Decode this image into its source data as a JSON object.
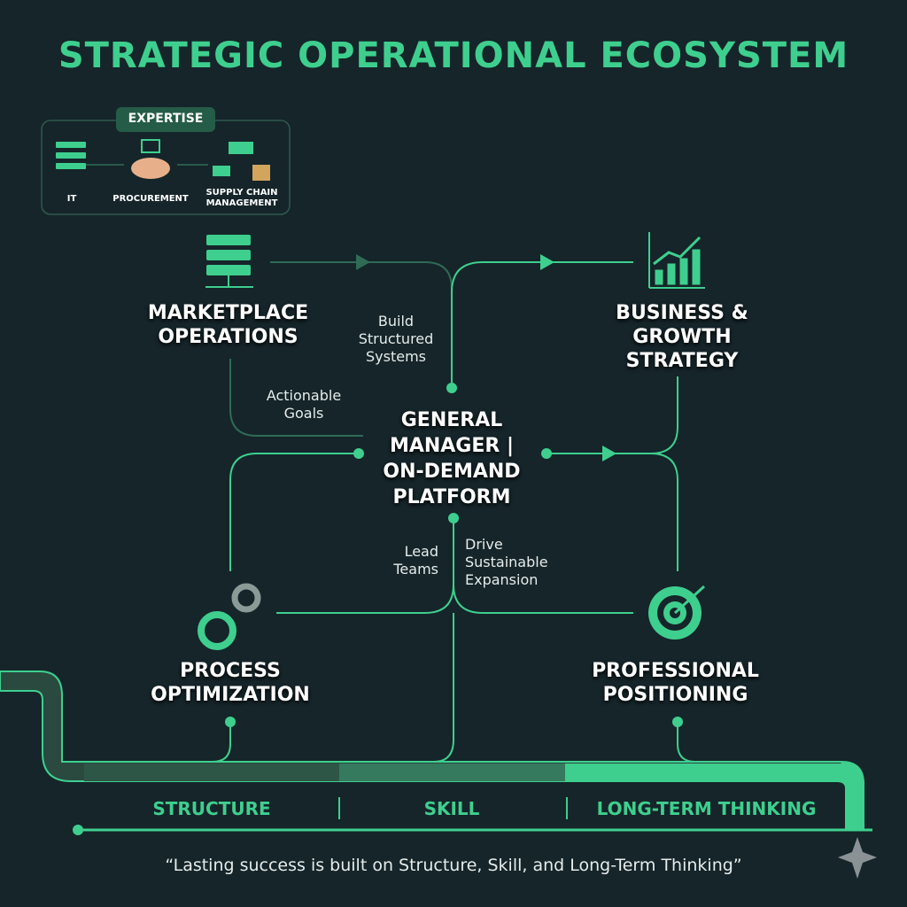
{
  "title": "STRATEGIC OPERATIONAL ECOSYSTEM",
  "expertise": {
    "header": "EXPERTISE",
    "items": [
      {
        "label": "IT",
        "icon": "server-icon"
      },
      {
        "label": "PROCUREMENT",
        "icon": "handshake-icon"
      },
      {
        "label": "SUPPLY CHAIN MANAGEMENT",
        "icon": "truck-icon"
      }
    ]
  },
  "nodes": {
    "marketplace": "MARKETPLACE OPERATIONS",
    "business": "BUSINESS & GROWTH STRATEGY",
    "gm": "GENERAL MANAGER | ON-DEMAND PLATFORM",
    "process": "PROCESS OPTIMIZATION",
    "professional": "PROFESSIONAL POSITIONING"
  },
  "edges": {
    "build": "Build Structured Systems",
    "actionable": "Actionable Goals",
    "lead": "Lead Teams",
    "drive": "Drive Sustainable Expansion"
  },
  "foundation": [
    "STRUCTURE",
    "SKILL",
    "LONG-TERM THINKING"
  ],
  "quote": "“Lasting success is built on Structure, Skill, and Long-Term Thinking”",
  "colors": {
    "accent": "#3ecf8e",
    "background": "#15252a"
  }
}
